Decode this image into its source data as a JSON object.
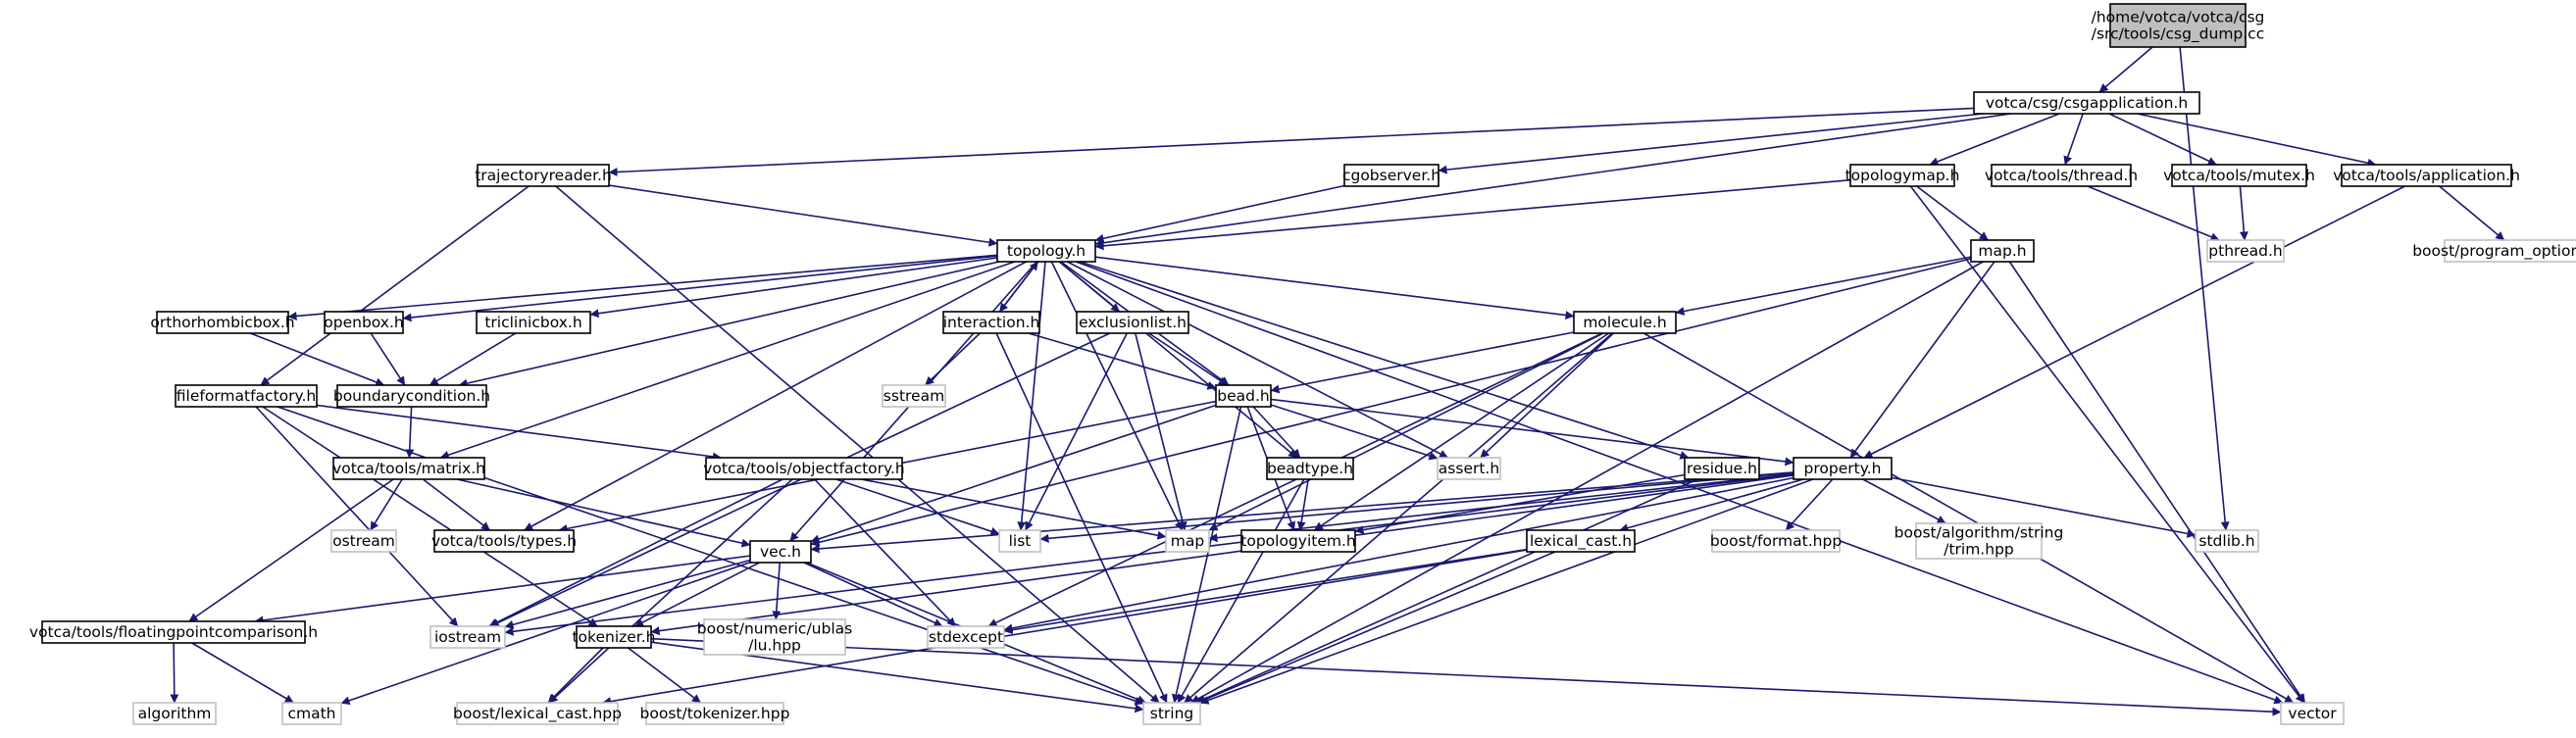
{
  "diagram": {
    "title": "/home/votca/votca/csg/src/tools/csg_dump.cc",
    "colors": {
      "root_fill": "#bfbfbf",
      "node_border": "#000000",
      "external_border": "#bfbfbf",
      "edge": "#191970",
      "background": "#ffffff"
    },
    "nodes": [
      {
        "id": "root",
        "lines": [
          "/home/votca/votca/csg",
          "/src/tools/csg_dump.cc"
        ],
        "kind": "root"
      },
      {
        "id": "csgapplication",
        "lines": [
          "votca/csg/csgapplication.h"
        ],
        "kind": "internal"
      },
      {
        "id": "trajectoryreader",
        "lines": [
          "trajectoryreader.h"
        ],
        "kind": "internal"
      },
      {
        "id": "cgobserver",
        "lines": [
          "cgobserver.h"
        ],
        "kind": "internal"
      },
      {
        "id": "topologymap",
        "lines": [
          "topologymap.h"
        ],
        "kind": "internal"
      },
      {
        "id": "thread",
        "lines": [
          "votca/tools/thread.h"
        ],
        "kind": "internal"
      },
      {
        "id": "mutex",
        "lines": [
          "votca/tools/mutex.h"
        ],
        "kind": "internal"
      },
      {
        "id": "application",
        "lines": [
          "votca/tools/application.h"
        ],
        "kind": "internal"
      },
      {
        "id": "topology",
        "lines": [
          "topology.h"
        ],
        "kind": "internal"
      },
      {
        "id": "mapH",
        "lines": [
          "map.h"
        ],
        "kind": "internal"
      },
      {
        "id": "pthread",
        "lines": [
          "pthread.h"
        ],
        "kind": "external"
      },
      {
        "id": "programoptions",
        "lines": [
          "boost/program_options.hpp"
        ],
        "kind": "external"
      },
      {
        "id": "orthorhombicbox",
        "lines": [
          "orthorhombicbox.h"
        ],
        "kind": "internal"
      },
      {
        "id": "openbox",
        "lines": [
          "openbox.h"
        ],
        "kind": "internal"
      },
      {
        "id": "triclinicbox",
        "lines": [
          "triclinicbox.h"
        ],
        "kind": "internal"
      },
      {
        "id": "interaction",
        "lines": [
          "interaction.h"
        ],
        "kind": "internal"
      },
      {
        "id": "exclusionlist",
        "lines": [
          "exclusionlist.h"
        ],
        "kind": "internal"
      },
      {
        "id": "molecule",
        "lines": [
          "molecule.h"
        ],
        "kind": "internal"
      },
      {
        "id": "fileformatfactory",
        "lines": [
          "fileformatfactory.h"
        ],
        "kind": "internal"
      },
      {
        "id": "boundarycondition",
        "lines": [
          "boundarycondition.h"
        ],
        "kind": "internal"
      },
      {
        "id": "sstream",
        "lines": [
          "sstream"
        ],
        "kind": "external"
      },
      {
        "id": "bead",
        "lines": [
          "bead.h"
        ],
        "kind": "internal"
      },
      {
        "id": "matrix",
        "lines": [
          "votca/tools/matrix.h"
        ],
        "kind": "internal"
      },
      {
        "id": "objectfactory",
        "lines": [
          "votca/tools/objectfactory.h"
        ],
        "kind": "internal"
      },
      {
        "id": "beadtype",
        "lines": [
          "beadtype.h"
        ],
        "kind": "internal"
      },
      {
        "id": "assert",
        "lines": [
          "assert.h"
        ],
        "kind": "external"
      },
      {
        "id": "residue",
        "lines": [
          "residue.h"
        ],
        "kind": "internal"
      },
      {
        "id": "property",
        "lines": [
          "property.h"
        ],
        "kind": "internal"
      },
      {
        "id": "ostream",
        "lines": [
          "ostream"
        ],
        "kind": "external"
      },
      {
        "id": "types",
        "lines": [
          "votca/tools/types.h"
        ],
        "kind": "internal"
      },
      {
        "id": "list",
        "lines": [
          "list"
        ],
        "kind": "external"
      },
      {
        "id": "mapStd",
        "lines": [
          "map"
        ],
        "kind": "external"
      },
      {
        "id": "topologyitem",
        "lines": [
          "topologyitem.h"
        ],
        "kind": "internal"
      },
      {
        "id": "lexicalcast",
        "lines": [
          "lexical_cast.h"
        ],
        "kind": "internal"
      },
      {
        "id": "boostformat",
        "lines": [
          "boost/format.hpp"
        ],
        "kind": "external"
      },
      {
        "id": "trim",
        "lines": [
          "boost/algorithm/string",
          "/trim.hpp"
        ],
        "kind": "external"
      },
      {
        "id": "stdlib",
        "lines": [
          "stdlib.h"
        ],
        "kind": "external"
      },
      {
        "id": "vec",
        "lines": [
          "vec.h"
        ],
        "kind": "internal"
      },
      {
        "id": "floatingpoint",
        "lines": [
          "votca/tools/floatingpointcomparison.h"
        ],
        "kind": "internal"
      },
      {
        "id": "iostream",
        "lines": [
          "iostream"
        ],
        "kind": "external"
      },
      {
        "id": "tokenizerH",
        "lines": [
          "tokenizer.h"
        ],
        "kind": "internal"
      },
      {
        "id": "ublaslu",
        "lines": [
          "boost/numeric/ublas",
          "/lu.hpp"
        ],
        "kind": "external"
      },
      {
        "id": "stdexcept",
        "lines": [
          "stdexcept"
        ],
        "kind": "external"
      },
      {
        "id": "algorithm",
        "lines": [
          "algorithm"
        ],
        "kind": "external"
      },
      {
        "id": "cmath",
        "lines": [
          "cmath"
        ],
        "kind": "external"
      },
      {
        "id": "boostlexicalcast",
        "lines": [
          "boost/lexical_cast.hpp"
        ],
        "kind": "external"
      },
      {
        "id": "boosttokenizer",
        "lines": [
          "boost/tokenizer.hpp"
        ],
        "kind": "external"
      },
      {
        "id": "string",
        "lines": [
          "string"
        ],
        "kind": "external"
      },
      {
        "id": "vector",
        "lines": [
          "vector"
        ],
        "kind": "external"
      }
    ],
    "edges": [
      [
        "root",
        "csgapplication"
      ],
      [
        "root",
        "stdlib"
      ],
      [
        "csgapplication",
        "trajectoryreader"
      ],
      [
        "csgapplication",
        "cgobserver"
      ],
      [
        "csgapplication",
        "topologymap"
      ],
      [
        "csgapplication",
        "thread"
      ],
      [
        "csgapplication",
        "mutex"
      ],
      [
        "csgapplication",
        "application"
      ],
      [
        "csgapplication",
        "topology"
      ],
      [
        "trajectoryreader",
        "topology"
      ],
      [
        "trajectoryreader",
        "fileformatfactory"
      ],
      [
        "trajectoryreader",
        "string"
      ],
      [
        "cgobserver",
        "topology"
      ],
      [
        "topologymap",
        "topology"
      ],
      [
        "topologymap",
        "mapH"
      ],
      [
        "topologymap",
        "vector"
      ],
      [
        "thread",
        "pthread"
      ],
      [
        "mutex",
        "pthread"
      ],
      [
        "application",
        "property"
      ],
      [
        "application",
        "programoptions"
      ],
      [
        "topology",
        "orthorhombicbox"
      ],
      [
        "topology",
        "openbox"
      ],
      [
        "topology",
        "triclinicbox"
      ],
      [
        "topology",
        "boundarycondition"
      ],
      [
        "topology",
        "interaction"
      ],
      [
        "topology",
        "exclusionlist"
      ],
      [
        "topology",
        "molecule"
      ],
      [
        "topology",
        "bead"
      ],
      [
        "topology",
        "beadtype"
      ],
      [
        "topology",
        "residue"
      ],
      [
        "topology",
        "assert"
      ],
      [
        "topology",
        "list"
      ],
      [
        "topology",
        "types"
      ],
      [
        "topology",
        "matrix"
      ],
      [
        "topology",
        "vec"
      ],
      [
        "topology",
        "mapStd"
      ],
      [
        "topology",
        "vector"
      ],
      [
        "mapH",
        "molecule"
      ],
      [
        "mapH",
        "vec"
      ],
      [
        "mapH",
        "property"
      ],
      [
        "mapH",
        "string"
      ],
      [
        "mapH",
        "vector"
      ],
      [
        "orthorhombicbox",
        "boundarycondition"
      ],
      [
        "openbox",
        "boundarycondition"
      ],
      [
        "triclinicbox",
        "boundarycondition"
      ],
      [
        "boundarycondition",
        "matrix"
      ],
      [
        "interaction",
        "topology"
      ],
      [
        "interaction",
        "sstream"
      ],
      [
        "interaction",
        "bead"
      ],
      [
        "interaction",
        "string"
      ],
      [
        "exclusionlist",
        "bead"
      ],
      [
        "exclusionlist",
        "list"
      ],
      [
        "exclusionlist",
        "mapStd"
      ],
      [
        "exclusionlist",
        "iostream"
      ],
      [
        "molecule",
        "bead"
      ],
      [
        "molecule",
        "assert"
      ],
      [
        "molecule",
        "mapStd"
      ],
      [
        "molecule",
        "topologyitem"
      ],
      [
        "molecule",
        "string"
      ],
      [
        "molecule",
        "vector"
      ],
      [
        "molecule",
        "stdexcept"
      ],
      [
        "fileformatfactory",
        "objectfactory"
      ],
      [
        "fileformatfactory",
        "tokenizerH"
      ],
      [
        "fileformatfactory",
        "iostream"
      ],
      [
        "fileformatfactory",
        "string"
      ],
      [
        "bead",
        "beadtype"
      ],
      [
        "bead",
        "topologyitem"
      ],
      [
        "bead",
        "assert"
      ],
      [
        "bead",
        "property"
      ],
      [
        "bead",
        "vec"
      ],
      [
        "bead",
        "types"
      ],
      [
        "bead",
        "string"
      ],
      [
        "matrix",
        "vec"
      ],
      [
        "matrix",
        "ostream"
      ],
      [
        "matrix",
        "types"
      ],
      [
        "matrix",
        "floatingpoint"
      ],
      [
        "objectfactory",
        "list"
      ],
      [
        "objectfactory",
        "mapStd"
      ],
      [
        "objectfactory",
        "iostream"
      ],
      [
        "objectfactory",
        "stdexcept"
      ],
      [
        "objectfactory",
        "boostlexicalcast"
      ],
      [
        "beadtype",
        "topologyitem"
      ],
      [
        "beadtype",
        "string"
      ],
      [
        "residue",
        "topologyitem"
      ],
      [
        "residue",
        "string"
      ],
      [
        "property",
        "mapStd"
      ],
      [
        "property",
        "list"
      ],
      [
        "property",
        "lexicalcast"
      ],
      [
        "property",
        "boostformat"
      ],
      [
        "property",
        "trim"
      ],
      [
        "property",
        "stdlib"
      ],
      [
        "property",
        "vec"
      ],
      [
        "property",
        "tokenizerH"
      ],
      [
        "property",
        "iostream"
      ],
      [
        "property",
        "string"
      ],
      [
        "property",
        "stdexcept"
      ],
      [
        "lexicalcast",
        "boostlexicalcast"
      ],
      [
        "lexicalcast",
        "stdexcept"
      ],
      [
        "lexicalcast",
        "string"
      ],
      [
        "vec",
        "iostream"
      ],
      [
        "vec",
        "floatingpoint"
      ],
      [
        "vec",
        "tokenizerH"
      ],
      [
        "vec",
        "ublaslu"
      ],
      [
        "vec",
        "stdexcept"
      ],
      [
        "vec",
        "cmath"
      ],
      [
        "vec",
        "string"
      ],
      [
        "floatingpoint",
        "algorithm"
      ],
      [
        "floatingpoint",
        "cmath"
      ],
      [
        "tokenizerH",
        "boostlexicalcast"
      ],
      [
        "tokenizerH",
        "boosttokenizer"
      ],
      [
        "tokenizerH",
        "string"
      ],
      [
        "tokenizerH",
        "vector"
      ]
    ]
  }
}
